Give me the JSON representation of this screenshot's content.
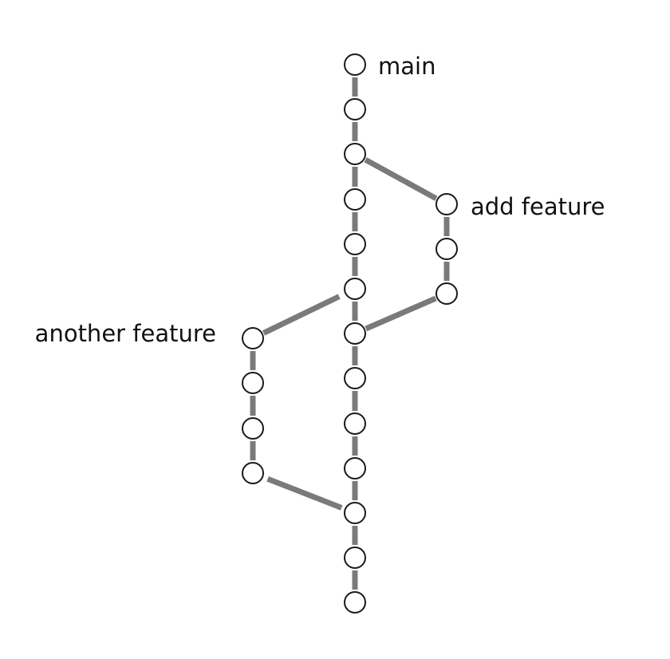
{
  "colors": {
    "edge": "#7a7a7a",
    "commit_fill": "#ffffff",
    "commit_stroke": "#1a1a1a",
    "label": "#111111",
    "background": "#ffffff"
  },
  "branches": {
    "main": {
      "label": "main",
      "commit_count": 13
    },
    "add_feature": {
      "label": "add feature",
      "commit_count": 3,
      "forks_from_main_commit": 3,
      "merges_into_main_commit": 7
    },
    "another_feature": {
      "label": "another feature",
      "commit_count": 4,
      "forks_from_main_commit": 6,
      "merges_into_main_commit": 11
    }
  }
}
